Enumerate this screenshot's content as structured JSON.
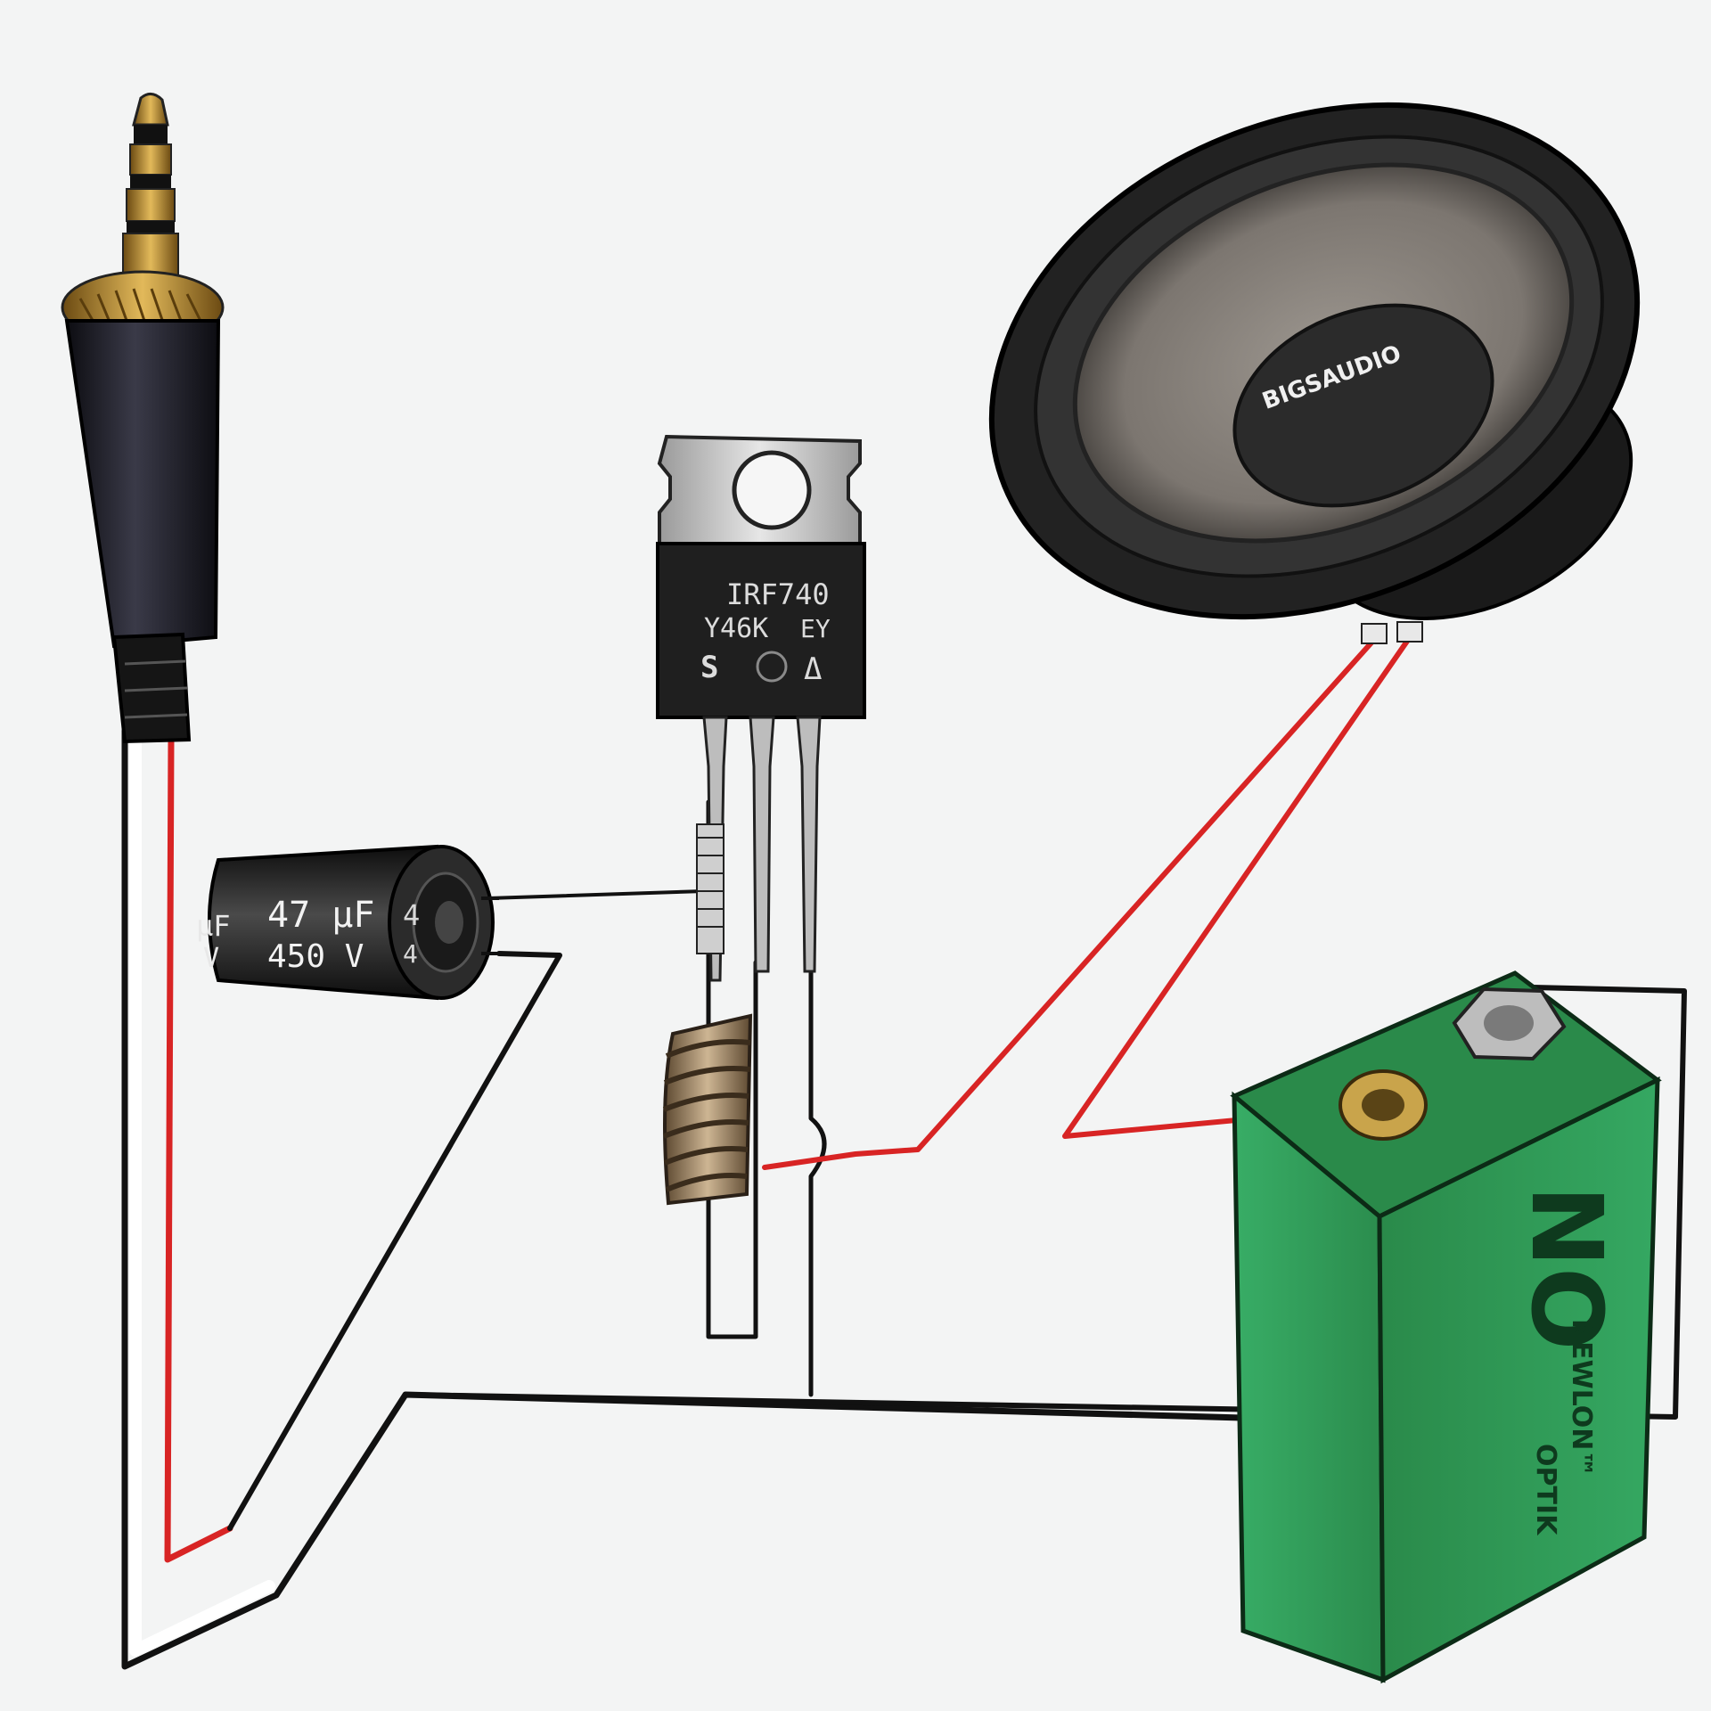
{
  "capacitor": {
    "value_main": "47 µF",
    "voltage_main": "450 V",
    "value_partial": "µF",
    "voltage_partial": "V",
    "edge_mark_top": "4",
    "edge_mark_bottom": "4"
  },
  "transistor": {
    "part_number": "IRF740",
    "lot_code": "Y46K",
    "suffix_code": "EY",
    "logo_left": "S",
    "logo_right": "Δ"
  },
  "speaker": {
    "brand": "BIGSAUDIO"
  },
  "battery": {
    "logo": "NO",
    "brand": "NEWLON™",
    "sub_brand": "OPTIK"
  },
  "colors": {
    "wire_red": "#d82424",
    "wire_black": "#111111",
    "battery_green": "#2f9a55",
    "jack_gold": "#b98a2c",
    "speaker_cone": "#8a8580"
  }
}
